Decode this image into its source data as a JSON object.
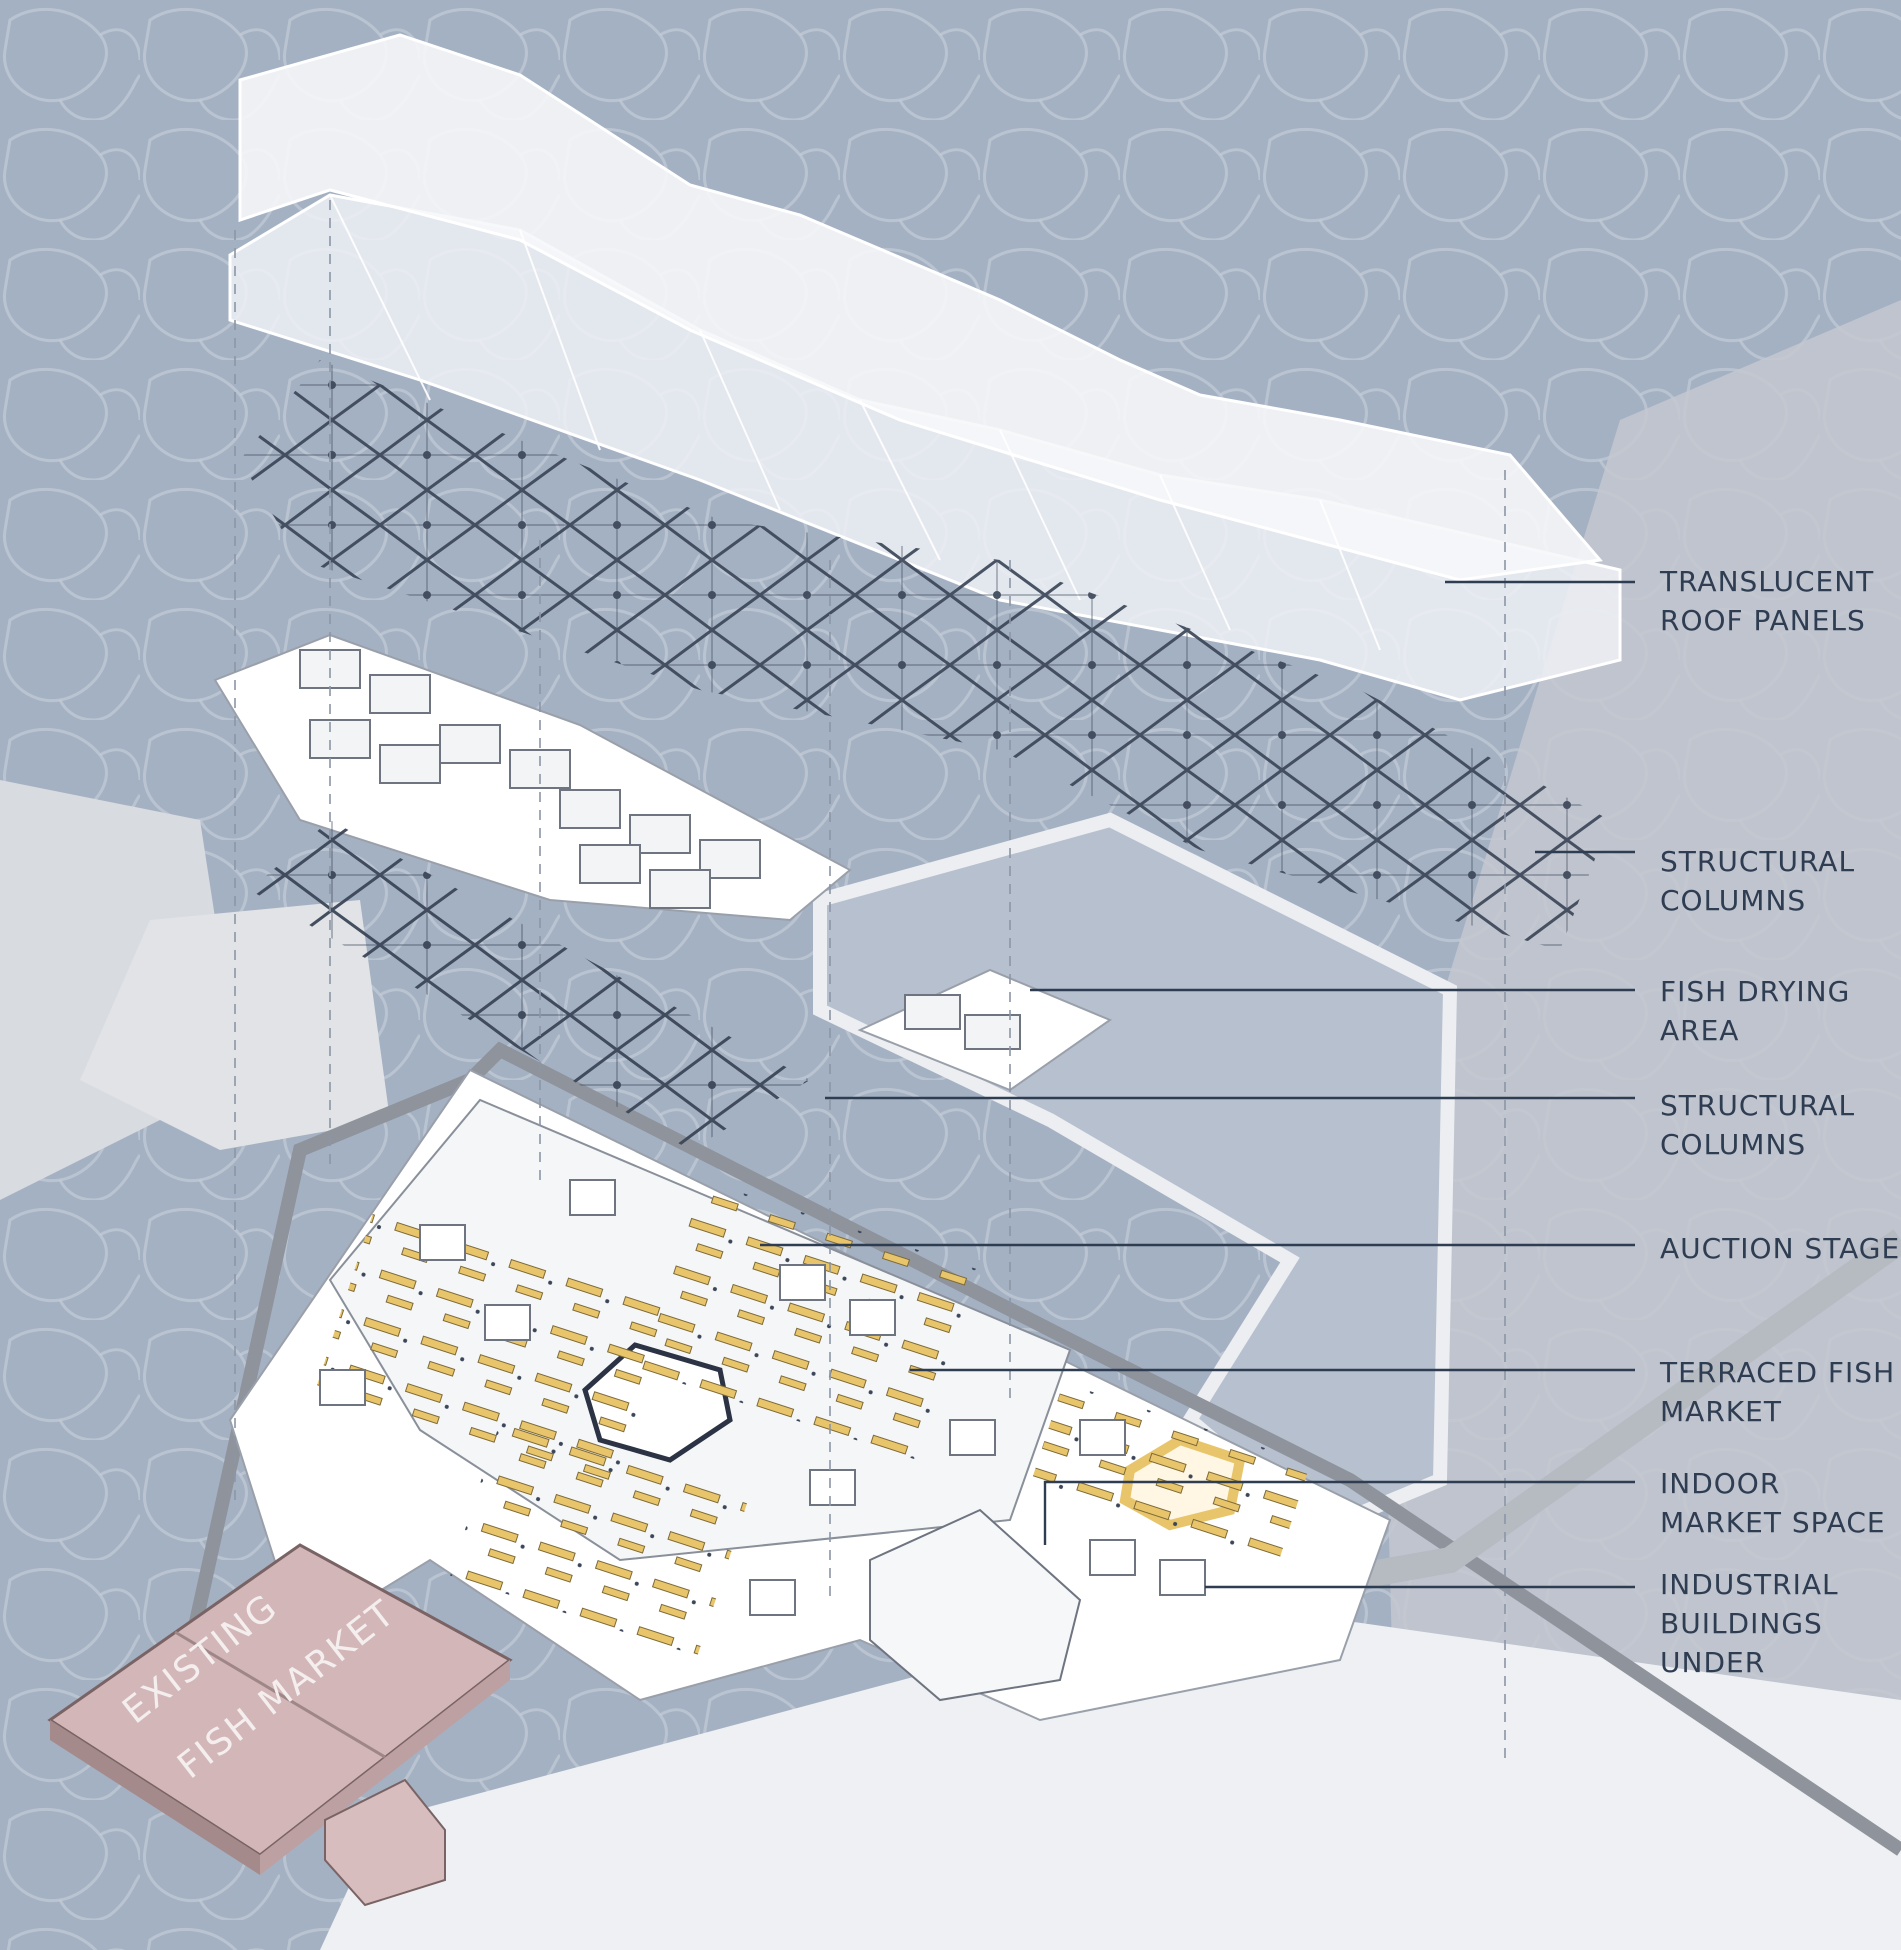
{
  "palette": {
    "water": "#a4b1c3",
    "water_lines": "#c3ccd8",
    "roof": "#f1f3f7",
    "platform": "#ffffff",
    "structure": "#3b4658",
    "stalls": "#e8c46a",
    "existing_market": "#d3b7b8",
    "callout_line": "#2f3d52",
    "label_text": "#2f3d52"
  },
  "site_label": {
    "line1": "EXISTING",
    "line2": "FISH MARKET"
  },
  "callouts": [
    {
      "id": "translucent-roof-panels",
      "text": "TRANSLUCENT\nROOF PANELS"
    },
    {
      "id": "structural-columns-upper",
      "text": "STRUCTURAL\nCOLUMNS"
    },
    {
      "id": "fish-drying-area",
      "text": "FISH DRYING\nAREA"
    },
    {
      "id": "structural-columns-lower",
      "text": "STRUCTURAL\nCOLUMNS"
    },
    {
      "id": "auction-stage",
      "text": "AUCTION STAGE"
    },
    {
      "id": "terraced-fish-market",
      "text": "TERRACED FISH\nMARKET"
    },
    {
      "id": "indoor-market-space",
      "text": "INDOOR\nMARKET SPACE"
    },
    {
      "id": "industrial-buildings-under",
      "text": "INDUSTRIAL\nBUILDINGS\nUNDER"
    }
  ]
}
